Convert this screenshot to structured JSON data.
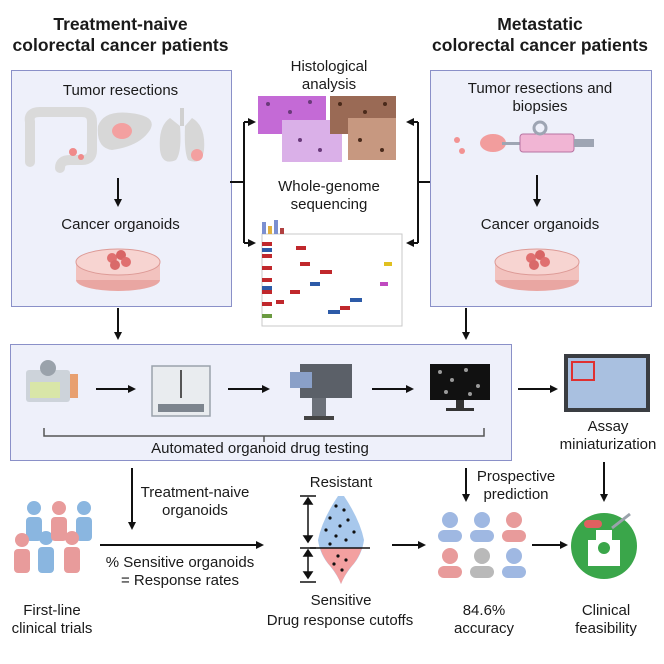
{
  "headers": {
    "left_title": [
      "Treatment-naive",
      "colorectal cancer patients"
    ],
    "right_title": [
      "Metastatic",
      "colorectal cancer patients"
    ]
  },
  "left_panel": {
    "top_label": "Tumor resections",
    "bottom_label": "Cancer organoids"
  },
  "right_panel": {
    "top_label": [
      "Tumor resections and",
      "biopsies"
    ],
    "bottom_label": "Cancer organoids"
  },
  "center": {
    "histology_label": [
      "Histological",
      "analysis"
    ],
    "wgs_label": [
      "Whole-genome",
      "sequencing"
    ]
  },
  "pipeline": {
    "label": "Automated organoid drug testing",
    "miniaturization_label": [
      "Assay",
      "miniaturization"
    ]
  },
  "bottom": {
    "treatment_naive_label": [
      "Treatment-naive",
      "organoids"
    ],
    "sensitive_label": [
      "% Sensitive organoids",
      "= Response rates"
    ],
    "resistant_label": "Resistant",
    "sensitive_cutoff_label": "Sensitive",
    "cutoffs_label": "Drug response cutoffs",
    "clinical_trials_label": [
      "First-line",
      "clinical trials"
    ],
    "prospective_label": [
      "Prospective",
      "prediction"
    ],
    "accuracy_label": [
      "84.6%",
      "accuracy"
    ],
    "feasibility_label": [
      "Clinical",
      "feasibility"
    ]
  },
  "colors": {
    "panel_fill": "#eef0fa",
    "panel_border": "#8a90c8",
    "organoid_pink": "#f3b6b0",
    "person_blue": "#8ab6e0",
    "person_red": "#e89b9b",
    "person_gray": "#b9b9b9",
    "feasibility_green": "#3aa64a"
  }
}
